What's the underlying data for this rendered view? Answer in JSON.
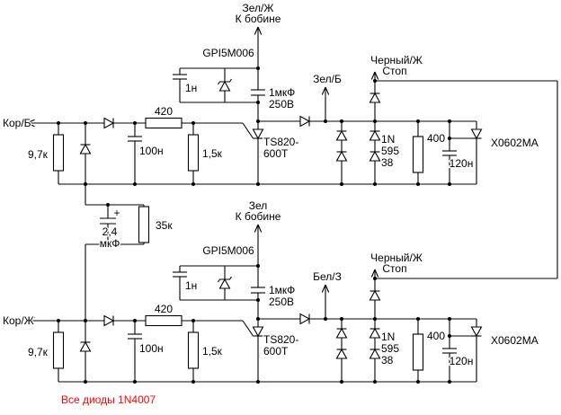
{
  "note": {
    "text": "Все диоды 1N4007",
    "color": "#ff0000"
  },
  "colors": {
    "wire": "#000000",
    "background": "#ffffff"
  },
  "top": {
    "coil_label_1": "Зел/Ж",
    "coil_label_2": "К бобине",
    "input_label": "Кор/Б",
    "trigger_zener": "GPI5M006",
    "cap_1n": "1н",
    "cap_main_1": "1мкФ",
    "cap_main_2": "250В",
    "green_wire": "Зел/Б",
    "stop_label_1": "Черный/Ж",
    "stop_label_2": "Стоп",
    "r_input": "9,7к",
    "r_series": "420",
    "cap_100n": "100н",
    "r_gate": "1,5к",
    "scr_label_1": "TS820-",
    "scr_label_2": "600T",
    "zener_stack_1": "1N",
    "zener_stack_2": "595",
    "zener_stack_3": "38",
    "r_stop": "400",
    "cap_stop": "120н",
    "stop_scr": "X0602MA"
  },
  "middle": {
    "cap_plus": "+",
    "cap_val_1": "2,4",
    "cap_val_2": "мкФ",
    "r_val": "35к"
  },
  "bottom": {
    "coil_label_1": "Зел",
    "coil_label_2": "К бобине",
    "input_label": "Кор/Ж",
    "trigger_zener": "GPI5M006",
    "cap_1n": "1н",
    "cap_main_1": "1мкФ",
    "cap_main_2": "250В",
    "green_wire": "Бел/З",
    "stop_label_1": "Черный/Ж",
    "stop_label_2": "Стоп",
    "r_input": "9,7к",
    "r_series": "420",
    "cap_100n": "100н",
    "r_gate": "1,5к",
    "scr_label_1": "TS820-",
    "scr_label_2": "600T",
    "zener_stack_1": "1N",
    "zener_stack_2": "595",
    "zener_stack_3": "38",
    "r_stop": "400",
    "cap_stop": "120н",
    "stop_scr": "X0602MA"
  }
}
